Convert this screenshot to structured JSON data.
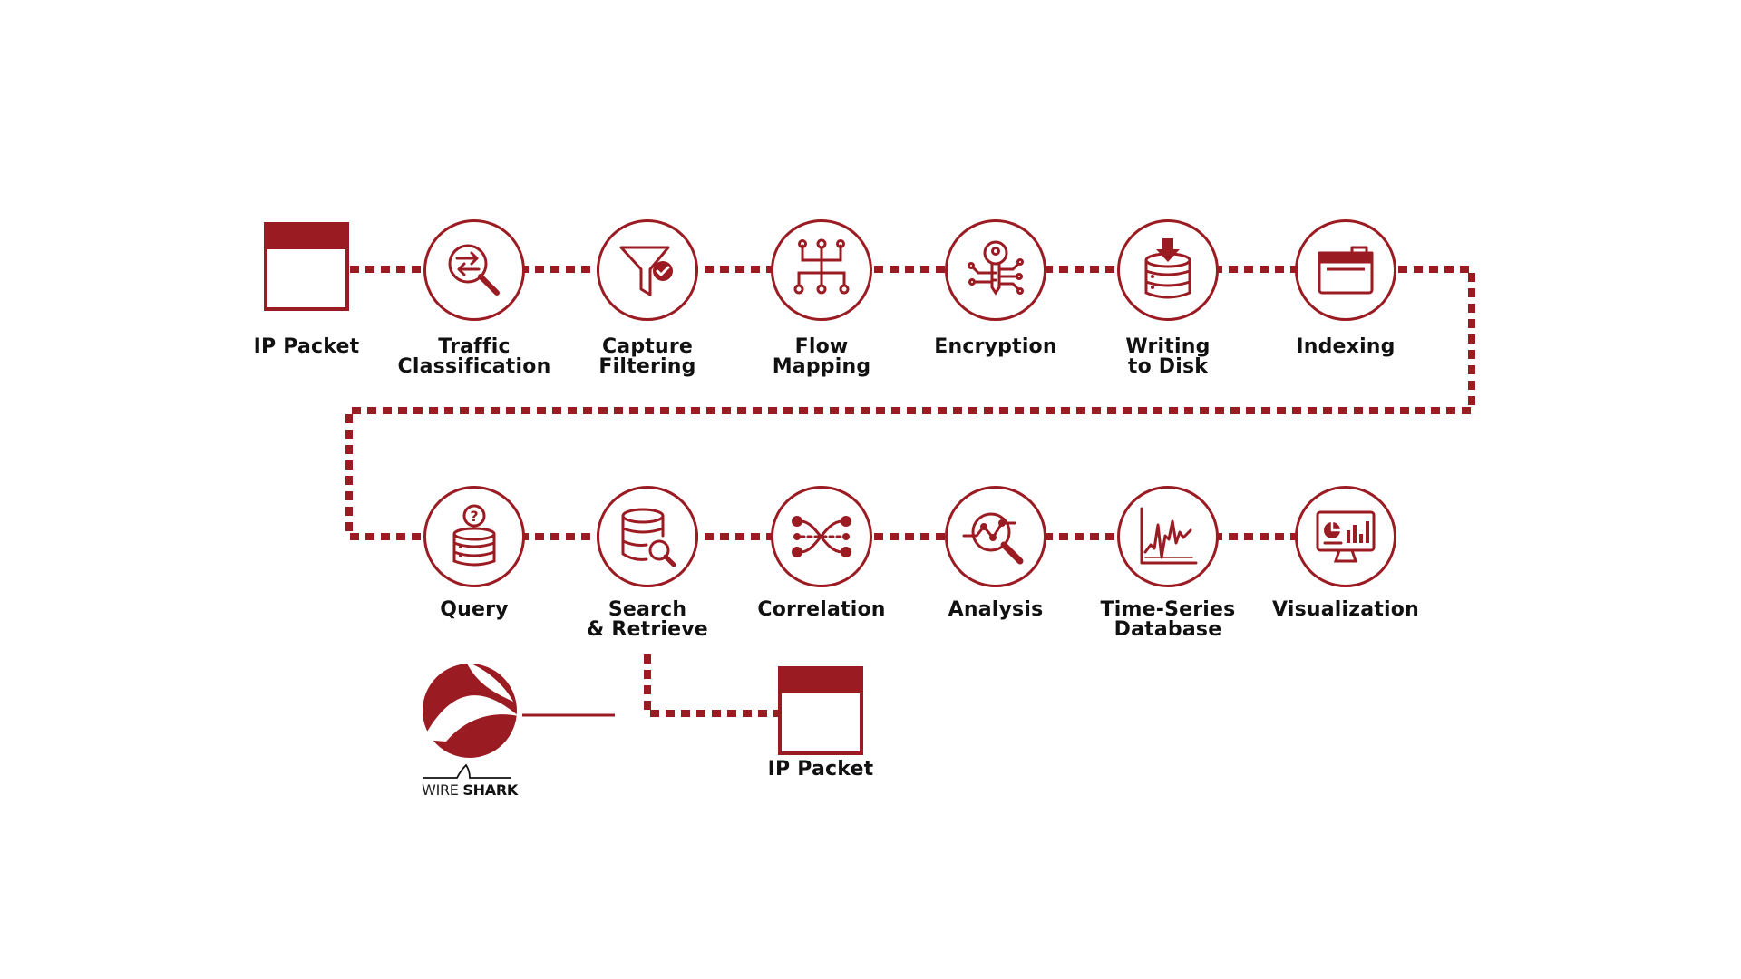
{
  "colors": {
    "accent": "#9b1b22",
    "text": "#111111",
    "background": "#ffffff"
  },
  "start_packet": {
    "label": "IP Packet"
  },
  "row1": [
    {
      "id": "traffic-classification",
      "icon": "magnifier-exchange-icon",
      "lines": [
        "Traffic",
        "Classification"
      ]
    },
    {
      "id": "capture-filtering",
      "icon": "funnel-check-icon",
      "lines": [
        "Capture",
        "Filtering"
      ]
    },
    {
      "id": "flow-mapping",
      "icon": "flow-tree-icon",
      "lines": [
        "Flow",
        "Mapping"
      ]
    },
    {
      "id": "encryption",
      "icon": "key-circuit-icon",
      "lines": [
        "Encryption"
      ]
    },
    {
      "id": "writing-to-disk",
      "icon": "database-download-icon",
      "lines": [
        "Writing",
        "to Disk"
      ]
    },
    {
      "id": "indexing",
      "icon": "folder-icon",
      "lines": [
        "Indexing"
      ]
    }
  ],
  "row2": [
    {
      "id": "query",
      "icon": "database-question-icon",
      "lines": [
        "Query"
      ]
    },
    {
      "id": "search-retrieve",
      "icon": "database-search-icon",
      "lines": [
        "Search",
        "& Retrieve"
      ]
    },
    {
      "id": "correlation",
      "icon": "correlation-nodes-icon",
      "lines": [
        "Correlation"
      ]
    },
    {
      "id": "analysis",
      "icon": "magnifier-chart-icon",
      "lines": [
        "Analysis"
      ]
    },
    {
      "id": "time-series-database",
      "icon": "line-chart-icon",
      "lines": [
        "Time-Series",
        "Database"
      ]
    },
    {
      "id": "visualization",
      "icon": "monitor-dashboard-icon",
      "lines": [
        "Visualization"
      ]
    }
  ],
  "end_packet": {
    "label": "IP Packet"
  },
  "wireshark": {
    "word1": "WIRE",
    "word2": "SHARK",
    "icon": "wireshark-logo-icon"
  }
}
